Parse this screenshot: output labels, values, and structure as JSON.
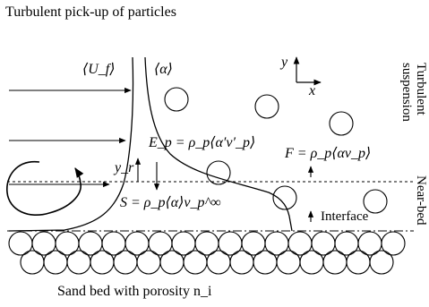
{
  "title": "Turbulent pick-up of particles",
  "profiles": {
    "velocity_label": "⟨U_f⟩",
    "concentration_label": "⟨α⟩"
  },
  "axes": {
    "y": "y",
    "x": "x"
  },
  "zones": {
    "suspension_line1": "Turbulent",
    "suspension_line2": "suspension",
    "near_bed": "Near-bed"
  },
  "equations": {
    "pickup_flux": "E_p = ρ_p⟨α′v′_p⟩",
    "settling_flux": "S = ρ_p⟨α⟩v_p^∞",
    "net_flux": "F = ρ_p⟨αv_p⟩"
  },
  "symbols": {
    "reference_height": "y_r"
  },
  "labels": {
    "interface": "Interface",
    "bed_caption": "Sand bed with porosity n_i"
  }
}
